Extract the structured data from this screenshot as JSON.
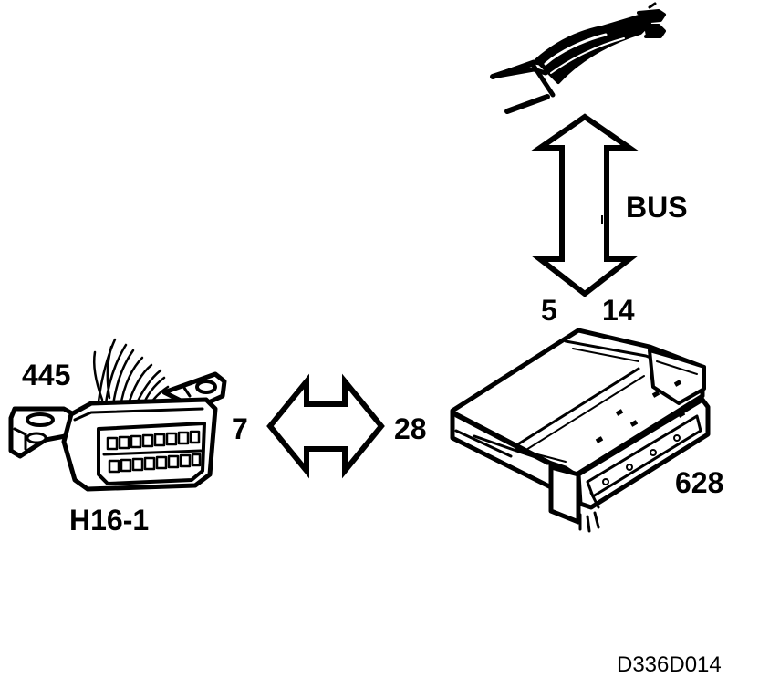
{
  "labels": {
    "bus": "BUS",
    "pin_5": "5",
    "pin_14": "14",
    "pin_7": "7",
    "pin_28": "28",
    "wire_445": "445",
    "connector": "H16-1",
    "module": "628",
    "drawing_ref": "D336D014"
  },
  "colors": {
    "ink": "#000000",
    "background": "#ffffff"
  },
  "icons": {
    "cable": "wire-harness-icon",
    "diagnostic_connector": "obd-connector-icon",
    "control_module": "control-module-icon",
    "vertical_arrow": "double-arrow-vertical-icon",
    "horizontal_arrow": "double-arrow-horizontal-icon"
  }
}
